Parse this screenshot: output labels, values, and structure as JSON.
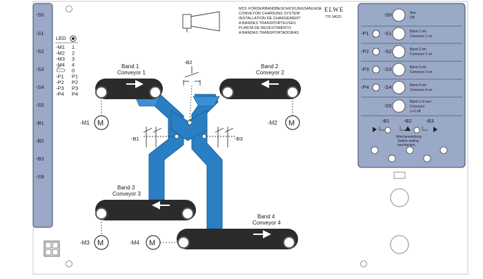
{
  "left_rail": {
    "labels": [
      "-S0",
      "-S1",
      "-S2",
      "-S3",
      "-S4",
      "-S5",
      "-B1",
      "-B2",
      "-B3",
      "-S9"
    ]
  },
  "led_table": {
    "header": "LED",
    "rows": [
      {
        "name": "-M1",
        "value": "1"
      },
      {
        "name": "-M2",
        "value": "2"
      },
      {
        "name": "-M3",
        "value": "3"
      },
      {
        "name": "-M4",
        "value": "4"
      },
      {
        "name": "",
        "value": "0"
      },
      {
        "name": "-P1",
        "value": "P1"
      },
      {
        "name": "-P2",
        "value": "P2"
      },
      {
        "name": "-P3",
        "value": "P3"
      },
      {
        "name": "-P4",
        "value": "P4"
      }
    ]
  },
  "header": {
    "title_lines": [
      "M23: FÖRDERBANDBESCHICKUNGSANLAGE",
      "CONVEYOR CHARGING SYSTEM",
      "INSTALLATION DE CHARGEMENT",
      "A BANDES TRANSPORTEUSES",
      "PLANTA DE REVESTIMENTO",
      "A BANDAS TRANSPORTADORAS"
    ],
    "logo_text": "ELWE",
    "part_number": "770 34023"
  },
  "conveyors": [
    {
      "id": "band1",
      "label_de": "Band 1",
      "label_en": "Conveyor 1"
    },
    {
      "id": "band2",
      "label_de": "Band 2",
      "label_en": "Conveyor 2"
    },
    {
      "id": "band3",
      "label_de": "Band 3",
      "label_en": "Conveyor 3"
    },
    {
      "id": "band4",
      "label_de": "Band 4",
      "label_en": "Conveyor 4"
    }
  ],
  "motors": {
    "m1": "-M1",
    "m2": "-M2",
    "m3": "-M3",
    "m4": "-M4",
    "symbol": "M"
  },
  "switches": {
    "b1": "-B1",
    "b2": "-B2",
    "b3": "-B3"
  },
  "right_panel": {
    "rows": [
      {
        "p": "",
        "s": "-S0",
        "text": [
          "Aus",
          "Off"
        ]
      },
      {
        "p": "-P1",
        "s": "-S1",
        "text": [
          "Band 1 ein",
          "Conveyor 1 on"
        ]
      },
      {
        "p": "-P2",
        "s": "-S2",
        "text": [
          "Band 2 ein",
          "Conveyor 2 on"
        ]
      },
      {
        "p": "-P3",
        "s": "-S3",
        "text": [
          "Band 3 ein",
          "Conveyor 3 on"
        ]
      },
      {
        "p": "-P4",
        "s": "-S4",
        "text": [
          "Band 4 ein",
          "Conveyor 4 on"
        ]
      },
      {
        "p": "",
        "s": "-S5",
        "text": [
          "Band 1+2 aus",
          "Conveyor",
          "1+2 off"
        ]
      }
    ],
    "switch_labels": {
      "b1": "-B1",
      "b2": "-B2",
      "b3": "-B3"
    },
    "switch_text": [
      "Weichenstellung",
      "Switch setting",
      "mechanism"
    ]
  },
  "colors": {
    "panel": "#9aa9c8",
    "chute": "#2a7fc4",
    "chute_dark": "#1a5f9a",
    "belt": "#2b2b2b"
  }
}
